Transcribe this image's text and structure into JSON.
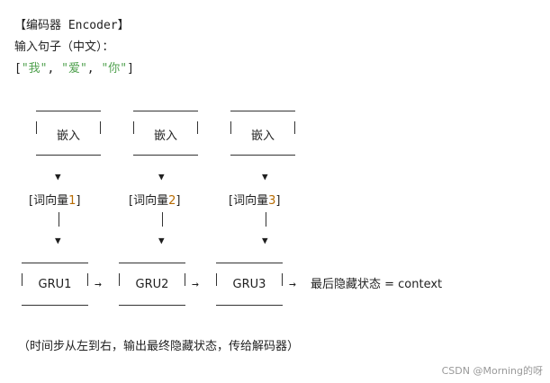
{
  "header": {
    "title": "【编码器 Encoder】",
    "input_label": "输入句子（中文）：",
    "tokens_open": "[",
    "token1": "\"我\"",
    "sep1": ", ",
    "token2": "\"爱\"",
    "sep2": ", ",
    "token3": "\"你\"",
    "tokens_close": "]"
  },
  "embed_boxes": [
    {
      "label": "嵌入"
    },
    {
      "label": "嵌入"
    },
    {
      "label": "嵌入"
    }
  ],
  "arrow_down": "▼",
  "vectors": [
    {
      "open": "[词向量",
      "num": "1",
      "close": "]"
    },
    {
      "open": "[词向量",
      "num": "2",
      "close": "]"
    },
    {
      "open": "[词向量",
      "num": "3",
      "close": "]"
    }
  ],
  "gru_boxes": [
    {
      "label": "GRU1"
    },
    {
      "label": "GRU2"
    },
    {
      "label": "GRU3"
    }
  ],
  "right_arrow": "→",
  "final_state": "最后隐藏状态 = context",
  "footer_note": "（时间步从左到右，输出最终隐藏状态，传给解码器）",
  "watermark": "CSDN @Morning的呀"
}
